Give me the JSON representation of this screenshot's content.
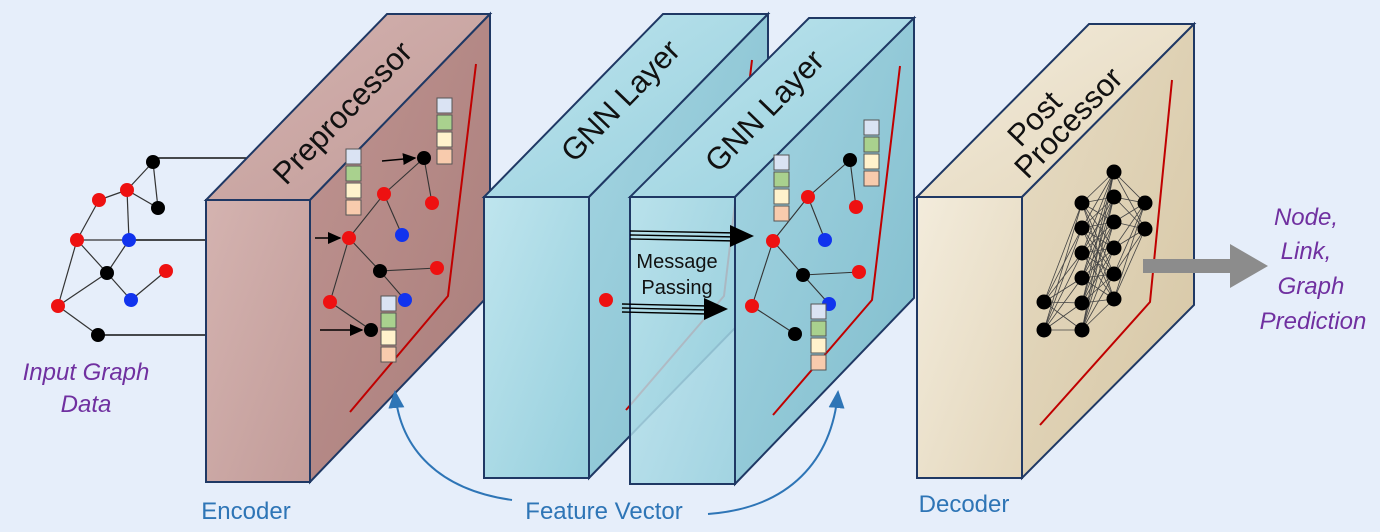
{
  "labels": {
    "input_line1": "Input Graph",
    "input_line2": "Data",
    "output_line1": "Node,",
    "output_line2": "Link,",
    "output_line3": "Graph",
    "output_line4": "Prediction",
    "encoder": "Encoder",
    "decoder": "Decoder",
    "feature_vector": "Feature Vector",
    "message_line1": "Message",
    "message_line2": "Passing"
  },
  "blocks": {
    "preprocessor": "Preprocessor",
    "gnn_layer_1": "GNN Layer",
    "gnn_layer_2": "GNN Layer",
    "post_line1": "Post",
    "post_line2": "Processor"
  },
  "colors": {
    "background": "#e6eefa",
    "preprocessor_front": "#c9a6a4",
    "gnn_front": "#a9d8e3",
    "post_front": "#ede3cf",
    "italic_purple": "#7030a0",
    "caption_blue": "#2e75b6",
    "node_red": "#ee1111",
    "node_blue": "#1133ee",
    "node_black": "#000000",
    "fv_lavender": "#dae3f3",
    "fv_green": "#a9d18e",
    "fv_cream": "#fff2cc",
    "fv_peach": "#f8cbad",
    "output_arrow": "#8c8c8c"
  }
}
